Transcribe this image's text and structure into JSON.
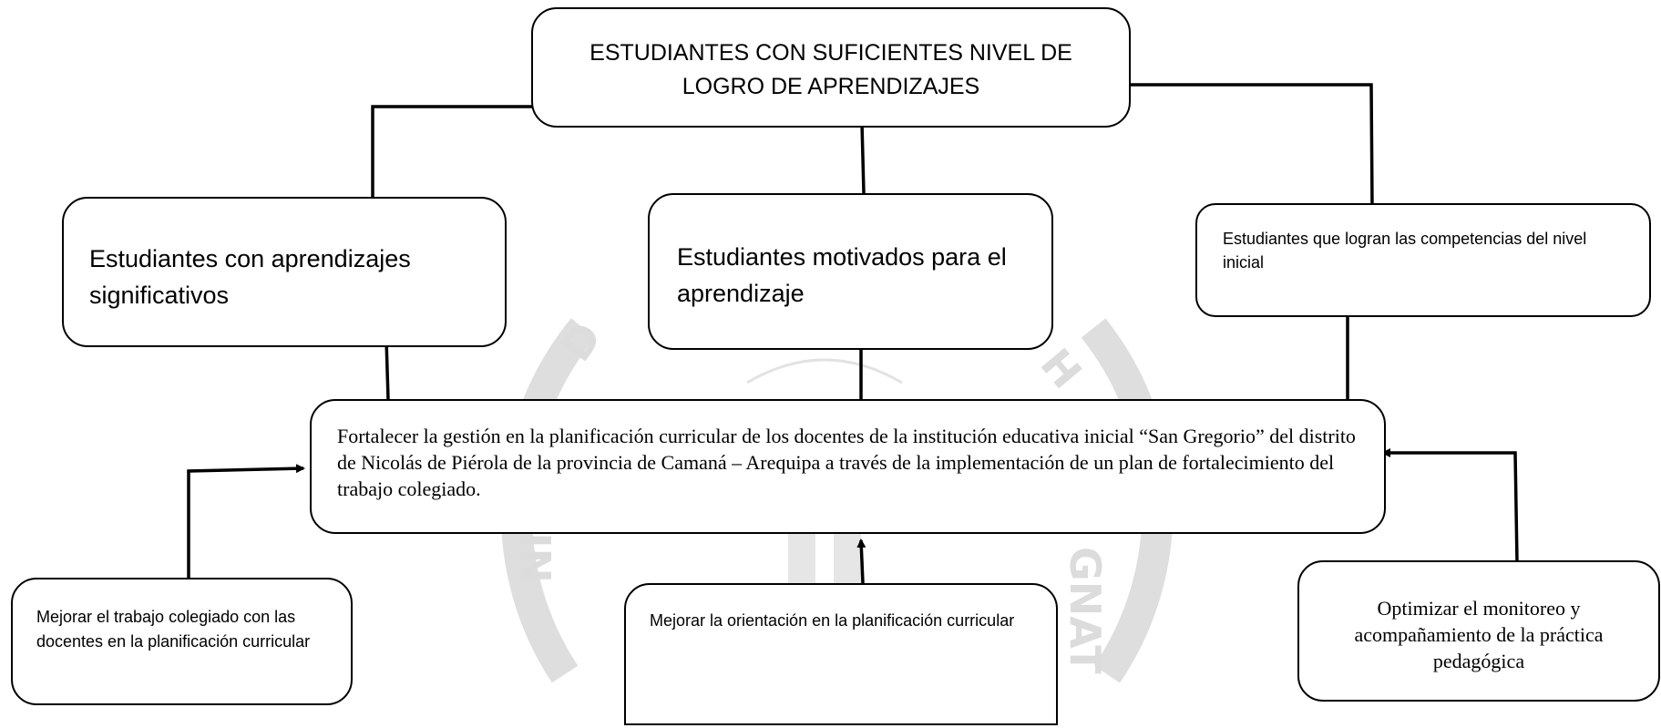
{
  "diagram": {
    "goal": "ESTUDIANTES CON  SUFICIENTES NIVEL  DE LOGRO  DE APRENDIZAJES",
    "effects": [
      "Estudiantes con aprendizajes significativos",
      "Estudiantes motivados para el aprendizaje",
      "Estudiantes que  logran las competencias del nivel inicial"
    ],
    "central_objective": "Fortalecer  la gestión  en la  planificación curricular  de los docentes de la institución educativa inicial “San Gregorio” del distrito de Nicolás de Piérola de  la provincia de Camaná – Arequipa a través de la implementación de un plan de fortalecimiento del trabajo colegiado.",
    "means": [
      "Mejorar el trabajo colegiado con las docentes en la planificación curricular",
      "Mejorar la orientación en  la planificación curricular",
      "Optimizar el monitoreo y acompañamiento de la práctica pedagógica"
    ],
    "line_color": "#000000",
    "watermark_color": "#d8d8d8"
  }
}
